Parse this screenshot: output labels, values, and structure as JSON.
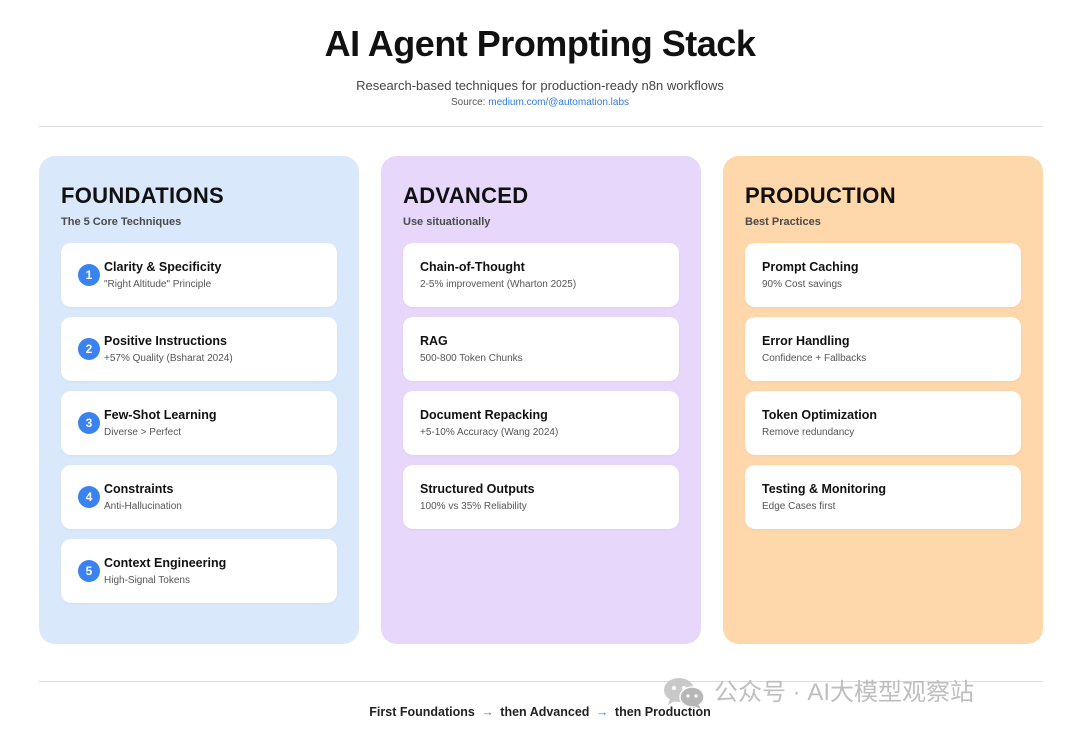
{
  "header": {
    "title": "AI Agent Prompting Stack",
    "subtitle": "Research-based techniques for production-ready n8n workflows",
    "source_prefix": "Source: ",
    "source_link": "medium.com/@automation.labs"
  },
  "columns": [
    {
      "title": "FOUNDATIONS",
      "subtitle": "The 5 Core Techniques",
      "color": "#d9e8fb",
      "cards": [
        {
          "num": "1",
          "title": "Clarity & Specificity",
          "desc": "\"Right Altitude\" Principle"
        },
        {
          "num": "2",
          "title": "Positive Instructions",
          "desc": "+57% Quality (Bsharat 2024)"
        },
        {
          "num": "3",
          "title": "Few-Shot Learning",
          "desc": "Diverse > Perfect"
        },
        {
          "num": "4",
          "title": "Constraints",
          "desc": "Anti-Hallucination"
        },
        {
          "num": "5",
          "title": "Context Engineering",
          "desc": "High-Signal Tokens"
        }
      ]
    },
    {
      "title": "ADVANCED",
      "subtitle": "Use situationally",
      "color": "#e6d7fb",
      "cards": [
        {
          "title": "Chain-of-Thought",
          "desc": "2-5% improvement (Wharton 2025)"
        },
        {
          "title": "RAG",
          "desc": "500-800 Token Chunks"
        },
        {
          "title": "Document Repacking",
          "desc": "+5-10% Accuracy (Wang 2024)"
        },
        {
          "title": "Structured Outputs",
          "desc": "100% vs 35% Reliability"
        }
      ]
    },
    {
      "title": "PRODUCTION",
      "subtitle": "Best Practices",
      "color": "#fed7ab",
      "cards": [
        {
          "title": "Prompt Caching",
          "desc": "90% Cost savings"
        },
        {
          "title": "Error Handling",
          "desc": "Confidence + Fallbacks"
        },
        {
          "title": "Token Optimization",
          "desc": "Remove redundancy"
        },
        {
          "title": "Testing & Monitoring",
          "desc": "Edge Cases first"
        }
      ]
    }
  ],
  "footer": {
    "step1": "First Foundations",
    "arrow": "→",
    "step2": "then Advanced",
    "step3": "then Production"
  },
  "watermark": {
    "text": "公众号 · AI大模型观察站",
    "icon": "wechat-icon"
  },
  "colors": {
    "accent": "#3a82ef",
    "link": "#2f7be0"
  }
}
